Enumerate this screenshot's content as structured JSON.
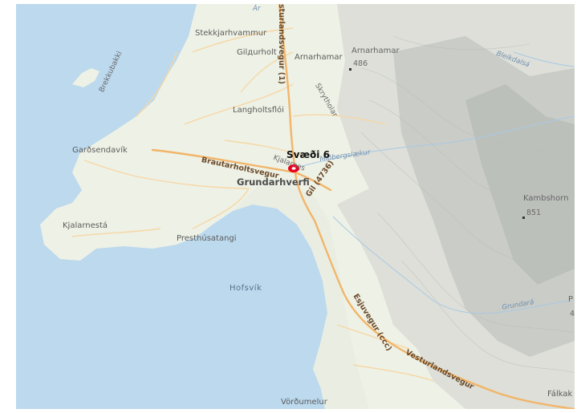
{
  "map": {
    "marker": {
      "label": "Svæði 6",
      "color": "#e8001c"
    },
    "places": {
      "stekkjarhvammur": "Stekkjarhvammur",
      "gildurholt": "Gilдurholt",
      "arnarhamar_farm": "Arnarhamar",
      "arnarhamar_peak": "Arnarhamar",
      "arnarhamar_elev": "486",
      "langholtsfloi": "Langholtsflói",
      "gardsendavik": "Garðsendavík",
      "kjalarnesta": "Kjalarnestá",
      "presthusatangi": "Presthúsatangi",
      "hofsvik": "Hofsvík",
      "vordumelur": "Vörðumelur",
      "grundarhverfi": "Grundarhverfi",
      "kambshorn": "Kambshorn",
      "kambshorn_elev": "851",
      "falkak": "Fálkak",
      "p_partial": "P",
      "p_elev": "4",
      "skrytholar": "Skrytholar",
      "brekkubakki": "Brekkubakki",
      "kjalarnes": "Kjalarnes"
    },
    "roads": {
      "vesturlandsvegur_top": "sturlandsvegur (1)",
      "brautarholtsvegur": "Brautarholtsvegur",
      "gil": "Gil (4736)",
      "esjuvegur": "Esjuvegur (ccc)",
      "vesturlandsvegur_bottom": "Vesturlandsvegur"
    },
    "streams": {
      "bleikdalsa": "Bleikdalsá",
      "grundara": "Grundará",
      "ar_top": "Ár",
      "mogilsa": "Miðbergslækur"
    },
    "colors": {
      "sea": "#bcd9ee",
      "land": "#eef1e6",
      "road_major": "#f3b86a",
      "road_minor": "#f8d9a8",
      "relief": "#c9ccc8"
    }
  }
}
